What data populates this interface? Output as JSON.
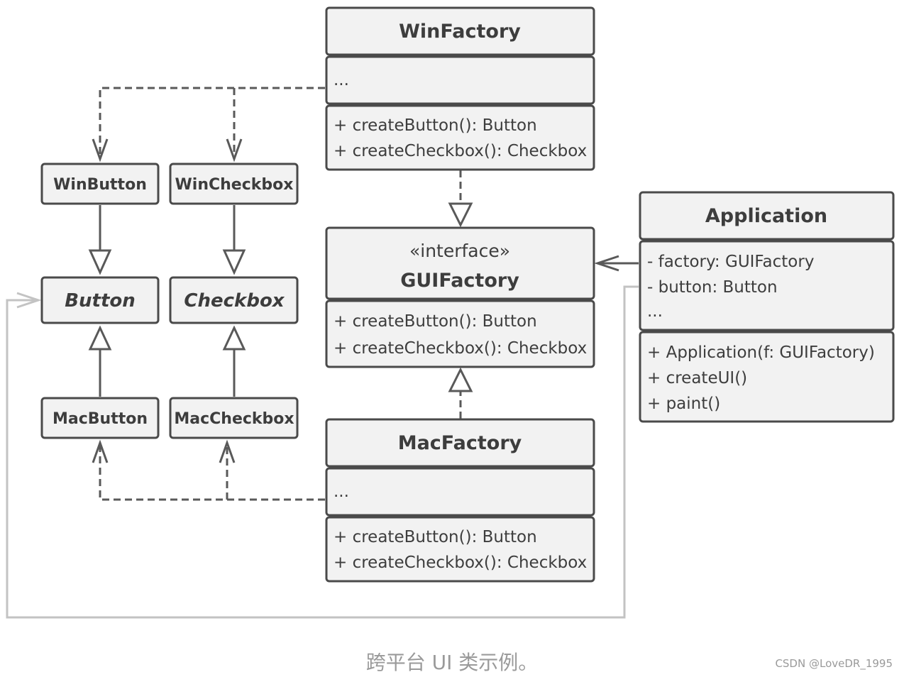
{
  "classes": {
    "win_factory": {
      "name": "WinFactory",
      "fields": [
        "..."
      ],
      "methods": [
        "+ createButton(): Button",
        "+ createCheckbox(): Checkbox"
      ]
    },
    "gui_factory": {
      "stereotype": "«interface»",
      "name": "GUIFactory",
      "methods": [
        "+ createButton(): Button",
        "+ createCheckbox(): Checkbox"
      ]
    },
    "mac_factory": {
      "name": "MacFactory",
      "fields": [
        "..."
      ],
      "methods": [
        "+ createButton(): Button",
        "+ createCheckbox(): Checkbox"
      ]
    },
    "application": {
      "name": "Application",
      "fields": [
        "- factory: GUIFactory",
        "- button: Button",
        "..."
      ],
      "methods": [
        "+ Application(f: GUIFactory)",
        "+ createUI()",
        "+ paint()"
      ]
    },
    "win_button": {
      "name": "WinButton"
    },
    "win_checkbox": {
      "name": "WinCheckbox"
    },
    "button": {
      "name": "Button"
    },
    "checkbox": {
      "name": "Checkbox"
    },
    "mac_button": {
      "name": "MacButton"
    },
    "mac_checkbox": {
      "name": "MacCheckbox"
    }
  },
  "caption": "跨平台 UI 类示例。",
  "watermark": "CSDN @LoveDR_1995"
}
